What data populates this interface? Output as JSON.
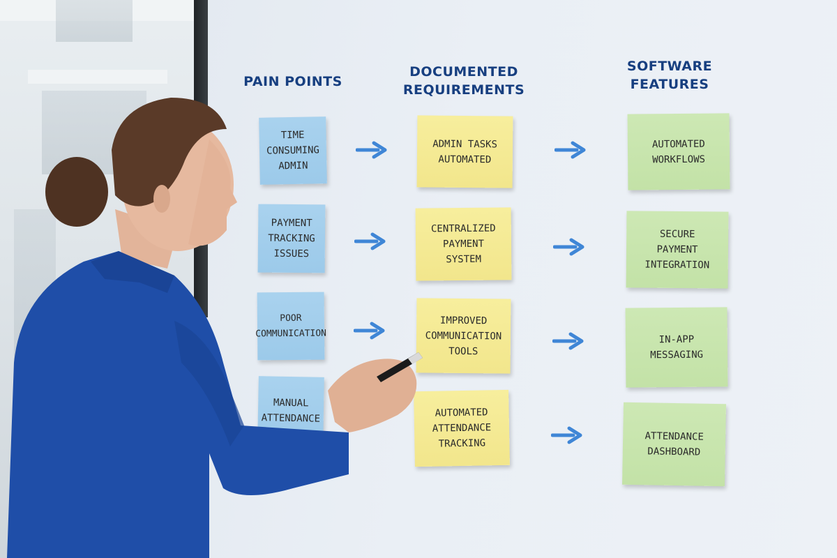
{
  "columns": [
    {
      "heading": "PAIN POINTS",
      "notes": [
        "TIME\nCONSUMING\nADMIN",
        "PAYMENT\nTRACKING\nISSUES",
        "POOR\nCOMMUNICATION",
        "MANUAL\nATTENDANCE"
      ]
    },
    {
      "heading": "DOCUMENTED\nREQUIREMENTS",
      "notes": [
        "ADMIN TASKS\nAUTOMATED",
        "CENTRALIZED\nPAYMENT\nSYSTEM",
        "IMPROVED\nCOMMUNICATION\nTOOLS",
        "AUTOMATED\nATTENDANCE\nTRACKING"
      ]
    },
    {
      "heading": "SOFTWARE\nFEATURES",
      "notes": [
        "AUTOMATED\nWORKFLOWS",
        "SECURE\nPAYMENT\nINTEGRATION",
        "IN-APP\nMESSAGING",
        "ATTENDANCE\nDASHBOARD"
      ]
    }
  ],
  "colors": {
    "heading": "#173f80",
    "arrow": "#3f86d6",
    "note_blue": "#a3cfec",
    "note_yellow": "#f5eb95",
    "note_green": "#c8e5ad",
    "shirt": "#1f4ea8",
    "hair": "#5a3a28"
  },
  "icons": [
    "arrow-right-icon",
    "marker-icon"
  ]
}
